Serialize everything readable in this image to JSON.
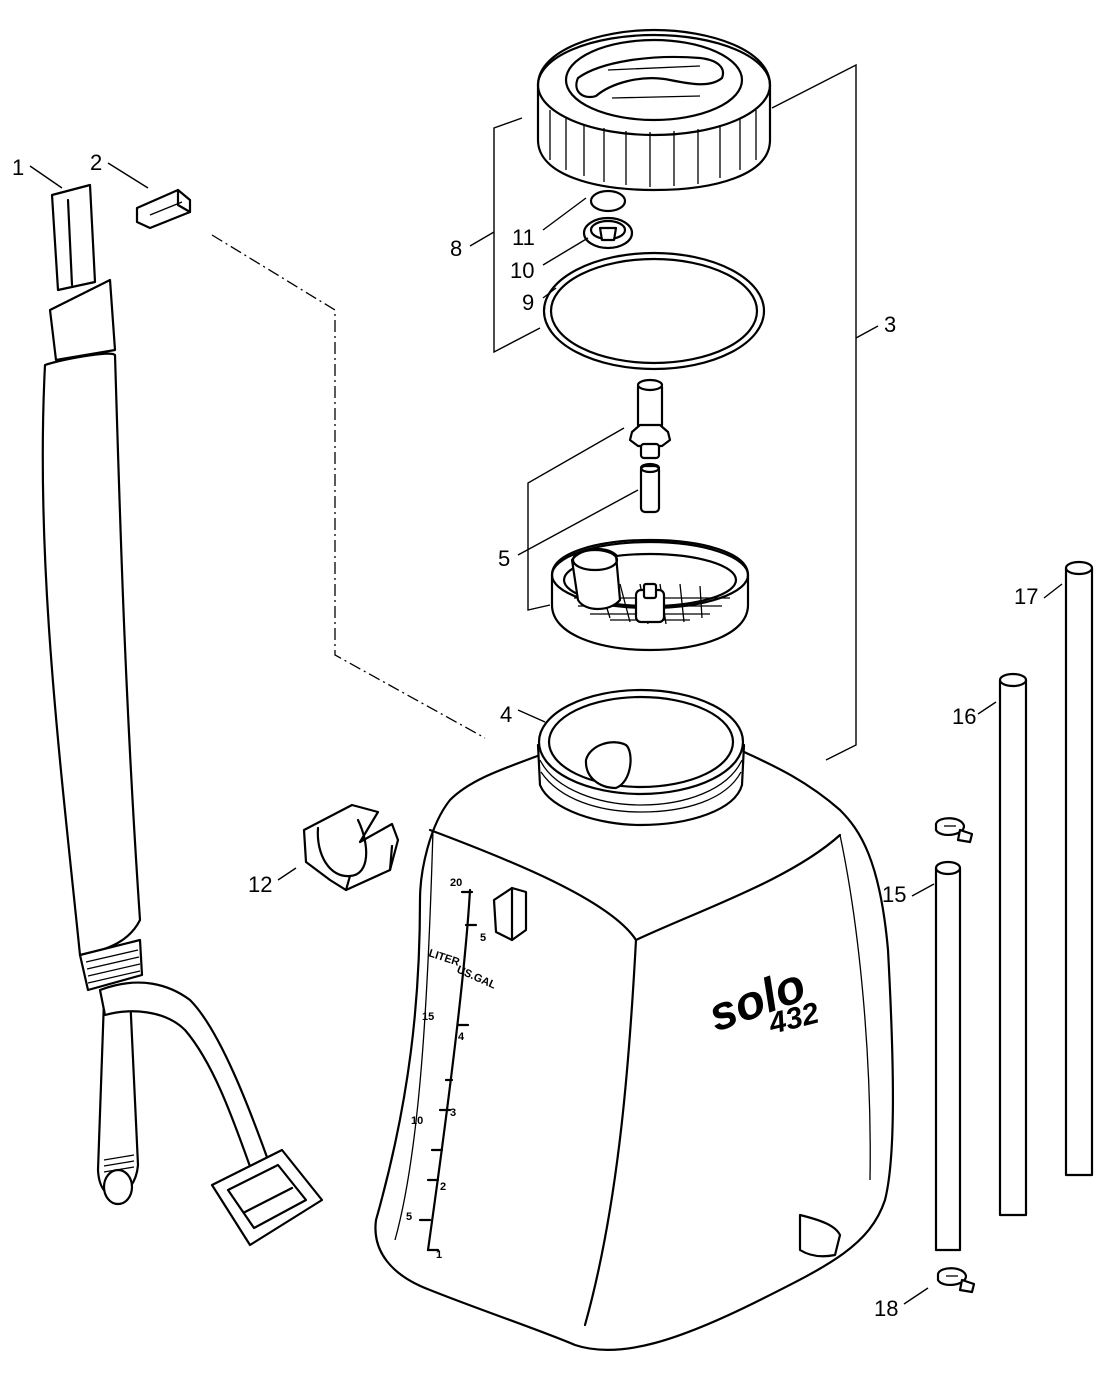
{
  "callouts": {
    "c1": "1",
    "c2": "2",
    "c3": "3",
    "c4": "4",
    "c5": "5",
    "c8": "8",
    "c9": "9",
    "c10": "10",
    "c11": "11",
    "c12": "12",
    "c15": "15",
    "c16": "16",
    "c17": "17",
    "c18": "18"
  },
  "tank": {
    "brand": "solo",
    "model": "432",
    "liter_label": "LITER",
    "gal_label": "US.GAL",
    "liter_marks": [
      "20",
      "15",
      "10",
      "5"
    ],
    "gal_marks": [
      "5",
      "4",
      "3",
      "2",
      "1"
    ]
  }
}
